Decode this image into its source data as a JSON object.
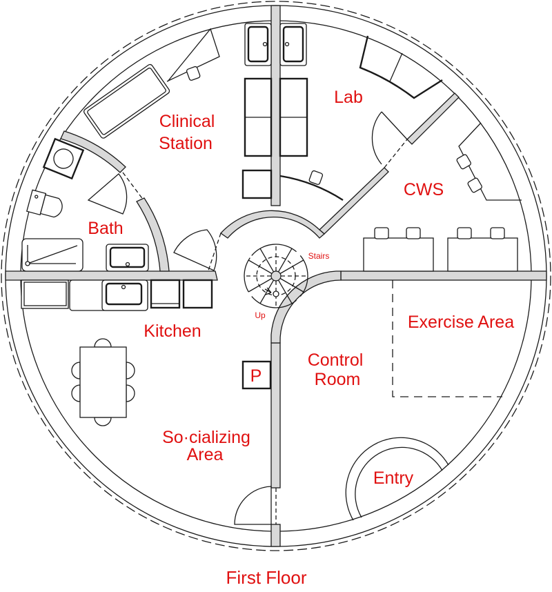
{
  "plan": {
    "title": "First Floor",
    "label_color": "#e01010",
    "wall_fill": "#d9d9d9",
    "line_color": "#1a1a1a",
    "rooms": [
      {
        "id": "clinical",
        "lines": [
          "Clinical",
          "Station"
        ]
      },
      {
        "id": "lab",
        "lines": [
          "Lab"
        ]
      },
      {
        "id": "bath",
        "lines": [
          "Bath"
        ]
      },
      {
        "id": "cws",
        "lines": [
          "CWS"
        ]
      },
      {
        "id": "kitchen",
        "lines": [
          "Kitchen"
        ]
      },
      {
        "id": "exercise",
        "lines": [
          "Exercise Area"
        ]
      },
      {
        "id": "control",
        "lines": [
          "Control",
          "Room"
        ]
      },
      {
        "id": "socializing",
        "lines": [
          "So·cializing",
          "Area"
        ]
      },
      {
        "id": "entry",
        "lines": [
          "Entry"
        ]
      }
    ],
    "stairs": {
      "label": "Stairs",
      "direction_label": "Up"
    },
    "marker": {
      "label": "P"
    }
  }
}
